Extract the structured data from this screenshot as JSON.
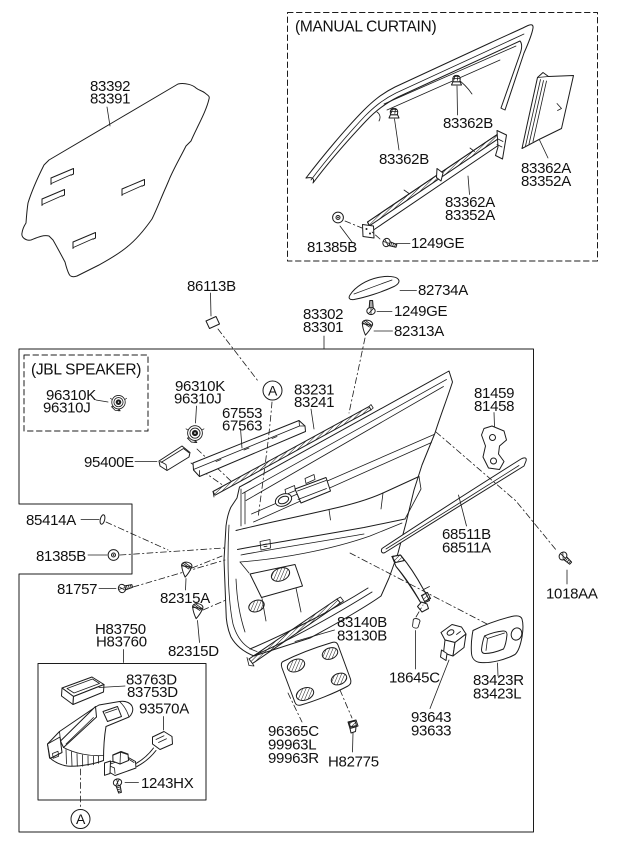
{
  "diagram": {
    "type": "parts-diagram",
    "background": "#ffffff",
    "line_color": "#1c1c1c",
    "text_color": "#111111",
    "group_boxes": {
      "manual_curtain": {
        "title": "(MANUAL CURTAIN)"
      },
      "jbl_speaker": {
        "title": "(JBL SPEAKER)"
      }
    },
    "view_markers": {
      "upper": "A",
      "lower": "A"
    },
    "callouts": [
      {
        "id": "83392-83391",
        "lines": [
          "83392",
          "83391"
        ]
      },
      {
        "id": "83362B-upper",
        "lines": [
          "83362B"
        ]
      },
      {
        "id": "83362B-lower",
        "lines": [
          "83362B"
        ]
      },
      {
        "id": "83362A-83352A-side",
        "lines": [
          "83362A",
          "83352A"
        ]
      },
      {
        "id": "83362A-83352A-bar",
        "lines": [
          "83362A",
          "83352A"
        ]
      },
      {
        "id": "81385B-curtain",
        "lines": [
          "81385B"
        ]
      },
      {
        "id": "1249GE-curtain",
        "lines": [
          "1249GE"
        ]
      },
      {
        "id": "86113B",
        "lines": [
          "86113B"
        ]
      },
      {
        "id": "82734A",
        "lines": [
          "82734A"
        ]
      },
      {
        "id": "1249GE-mid",
        "lines": [
          "1249GE"
        ]
      },
      {
        "id": "82313A",
        "lines": [
          "82313A"
        ]
      },
      {
        "id": "83302-83301",
        "lines": [
          "83302",
          "83301"
        ]
      },
      {
        "id": "96310K-96310J-jbl",
        "lines": [
          "96310K",
          "96310J"
        ]
      },
      {
        "id": "96310K-96310J-main",
        "lines": [
          "96310K",
          "96310J"
        ]
      },
      {
        "id": "67553-67563",
        "lines": [
          "67553",
          "67563"
        ]
      },
      {
        "id": "83231-83241",
        "lines": [
          "83231",
          "83241"
        ]
      },
      {
        "id": "81459-81458",
        "lines": [
          "81459",
          "81458"
        ]
      },
      {
        "id": "95400E",
        "lines": [
          "95400E"
        ]
      },
      {
        "id": "85414A",
        "lines": [
          "85414A"
        ]
      },
      {
        "id": "81385B-main",
        "lines": [
          "81385B"
        ]
      },
      {
        "id": "81757",
        "lines": [
          "81757"
        ]
      },
      {
        "id": "82315A",
        "lines": [
          "82315A"
        ]
      },
      {
        "id": "82315D",
        "lines": [
          "82315D"
        ]
      },
      {
        "id": "68511B-68511A",
        "lines": [
          "68511B",
          "68511A"
        ]
      },
      {
        "id": "1018AA",
        "lines": [
          "1018AA"
        ]
      },
      {
        "id": "H83750-H83760",
        "lines": [
          "H83750",
          "H83760"
        ]
      },
      {
        "id": "83763D-83753D",
        "lines": [
          "83763D",
          "83753D"
        ]
      },
      {
        "id": "93570A",
        "lines": [
          "93570A"
        ]
      },
      {
        "id": "1243HX",
        "lines": [
          "1243HX"
        ]
      },
      {
        "id": "83140B-83130B",
        "lines": [
          "83140B",
          "83130B"
        ]
      },
      {
        "id": "18645C",
        "lines": [
          "18645C"
        ]
      },
      {
        "id": "83423R-83423L",
        "lines": [
          "83423R",
          "83423L"
        ]
      },
      {
        "id": "93643-93633",
        "lines": [
          "93643",
          "93633"
        ]
      },
      {
        "id": "96365C-99963L-99963R",
        "lines": [
          "96365C",
          "99963L",
          "99963R"
        ]
      },
      {
        "id": "H82775",
        "lines": [
          "H82775"
        ]
      }
    ]
  }
}
